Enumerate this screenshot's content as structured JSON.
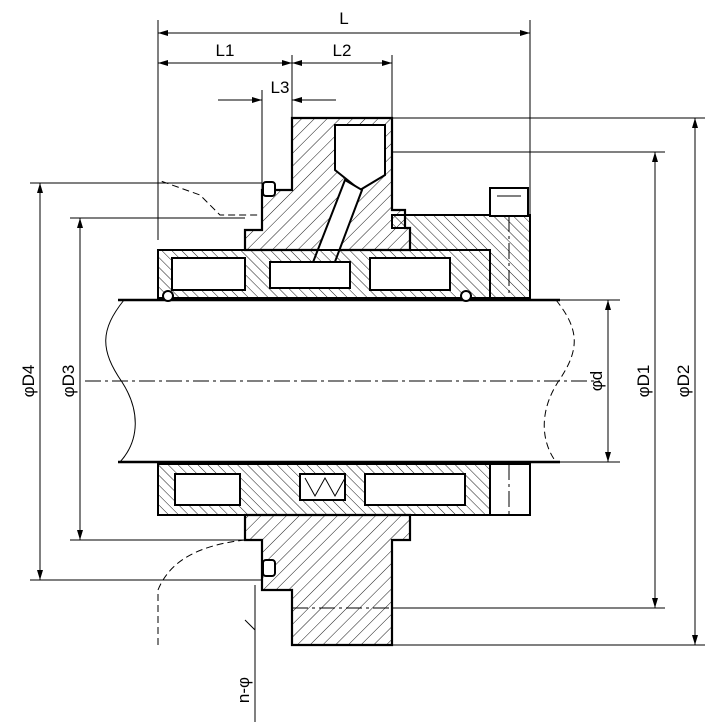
{
  "drawing": {
    "dimensions": {
      "L": "L",
      "L1": "L1",
      "L2": "L2",
      "L3": "L3",
      "D4": "φD4",
      "D3": "φD3",
      "d": "φd",
      "D1": "φD1",
      "D2": "φD2",
      "n_phi": "n-φ"
    }
  }
}
